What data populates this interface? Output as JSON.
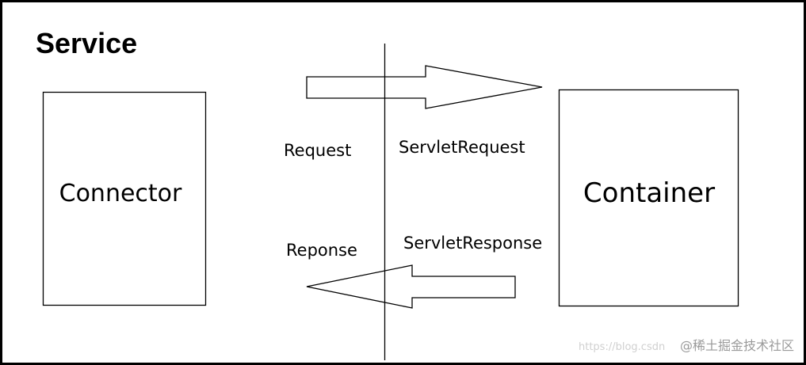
{
  "title": "Service",
  "nodes": {
    "connector": "Connector",
    "container": "Container"
  },
  "edges": {
    "request_left": "Request",
    "request_right": "ServletRequest",
    "response_left": "Reponse",
    "response_right": "ServletResponse"
  },
  "watermark": {
    "faint": "https://blog.csdn",
    "brand": "@稀土掘金技术社区"
  },
  "colors": {
    "stroke": "#000000",
    "background": "#ffffff"
  }
}
